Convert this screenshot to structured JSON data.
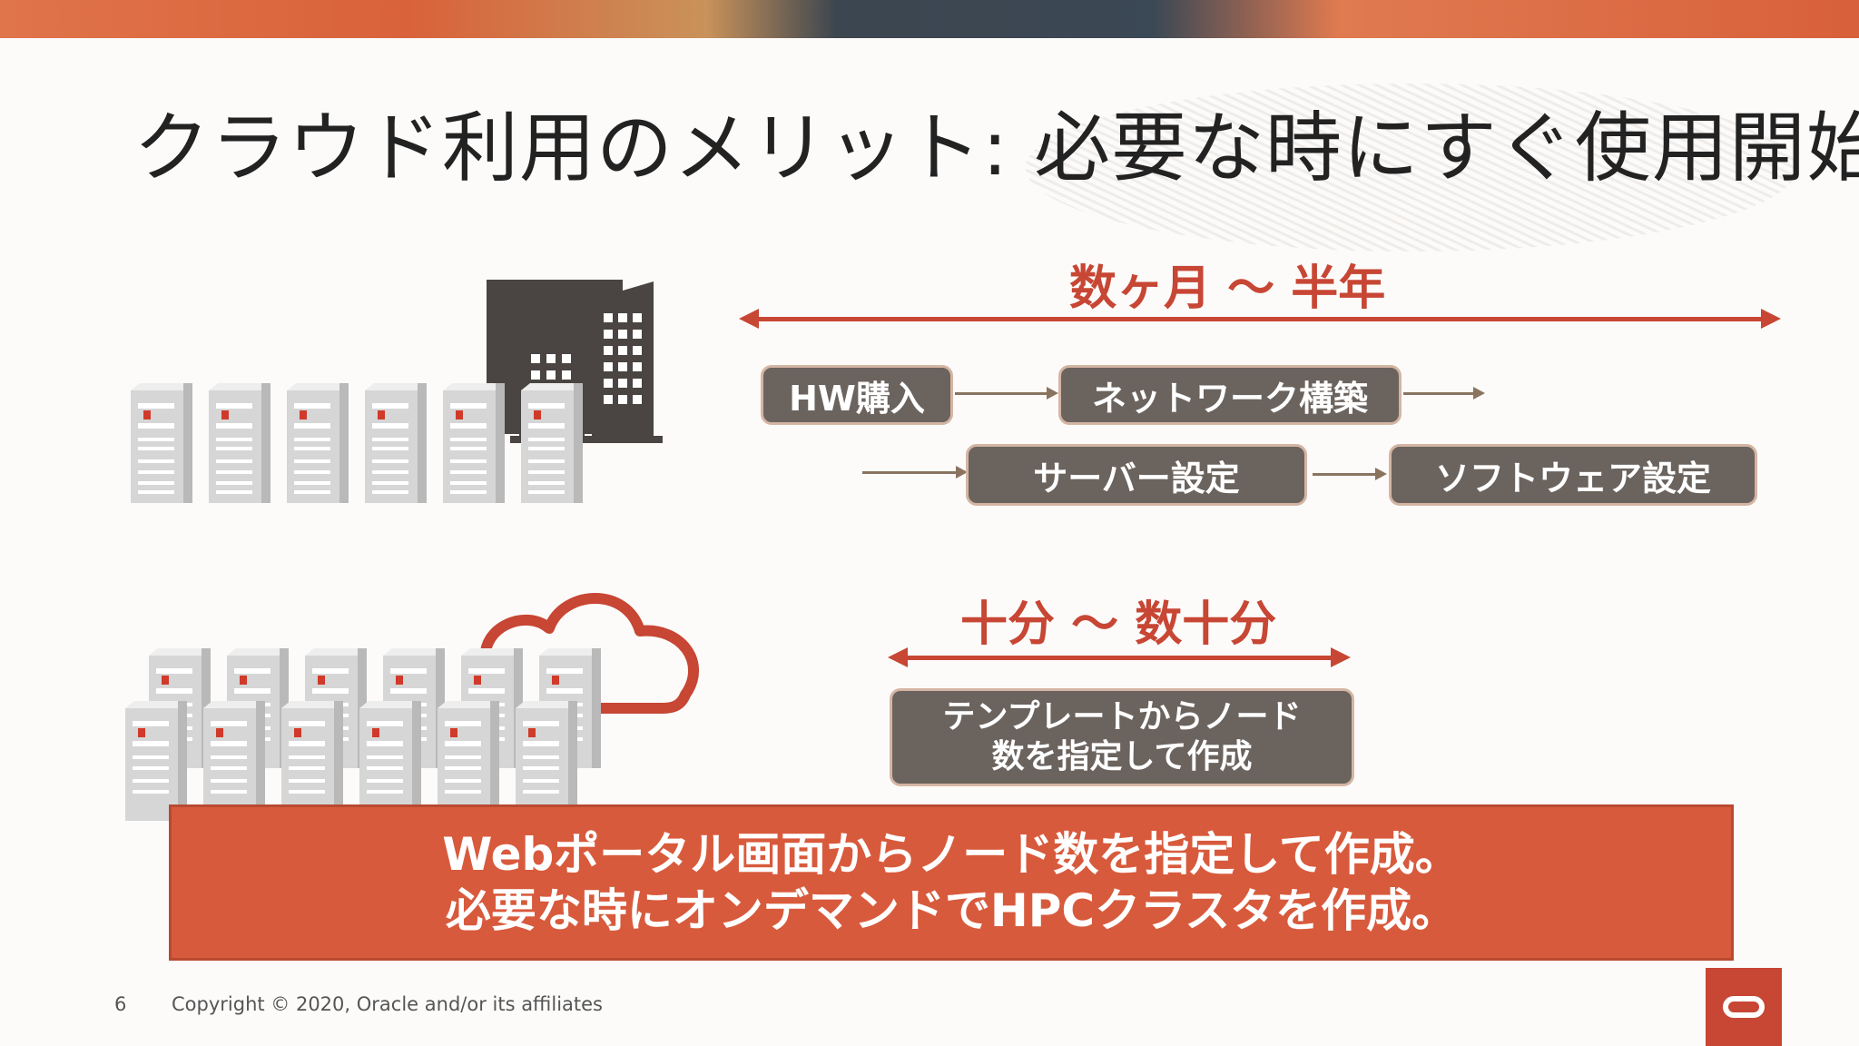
{
  "slide": {
    "title": "クラウド利用のメリット: 必要な時にすぐ使用開始",
    "page_number": "6",
    "copyright": "Copyright © 2020, Oracle and/or its affiliates"
  },
  "traditional": {
    "duration": "数ヶ月 〜 半年",
    "steps": [
      "HW購入",
      "ネットワーク構築",
      "サーバー設定",
      "ソフトウェア設定"
    ]
  },
  "cloud": {
    "duration": "十分 〜 数十分",
    "step_line1": "テンプレートからノード",
    "step_line2": "数を指定して作成"
  },
  "banner": {
    "line1": "Webポータル画面からノード数を指定して作成。",
    "line2": "必要な時にオンデマンドでHPCクラスタを作成。"
  },
  "colors": {
    "accent": "#c74634",
    "step_box": "#6b635e",
    "banner": "#d85a3c"
  },
  "icons": [
    "server-icon",
    "building-icon",
    "cloud-icon",
    "oracle-logo-icon"
  ]
}
